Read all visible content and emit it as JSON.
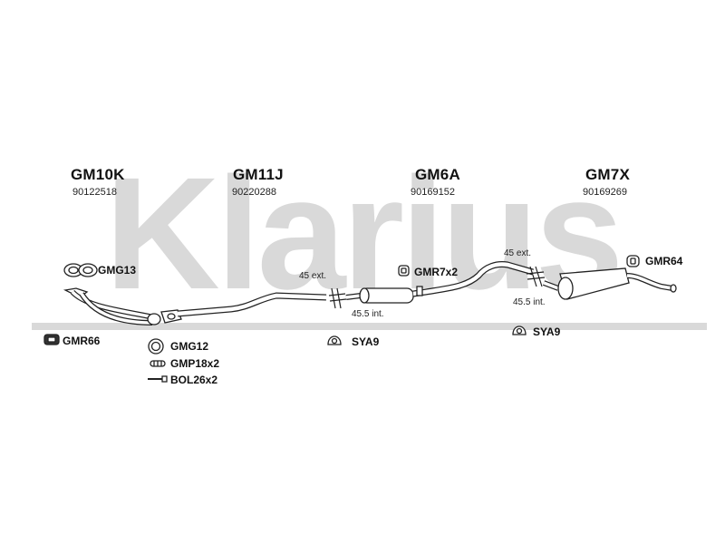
{
  "watermark": {
    "text": "Klarius",
    "color": "#d9d9d9"
  },
  "assemblies": [
    {
      "code": "GM10K",
      "number": "90122518"
    },
    {
      "code": "GM11J",
      "number": "90220288"
    },
    {
      "code": "GM6A",
      "number": "90169152"
    },
    {
      "code": "GM7X",
      "number": "90169269"
    }
  ],
  "parts": {
    "gmg13": "GMG13",
    "gmr66": "GMR66",
    "gmg12": "GMG12",
    "gmp18x2": "GMP18x2",
    "bol26x2": "BOL26x2",
    "sya9_a": "SYA9",
    "gmr7x2": "GMR7x2",
    "sya9_b": "SYA9",
    "gmr64": "GMR64"
  },
  "joints": {
    "j1_ext": "45 ext.",
    "j1_int": "45.5 int.",
    "j2_ext": "45 ext.",
    "j2_int": "45.5 int."
  },
  "colors": {
    "line": "#222222",
    "fill": "#ffffff",
    "watermark": "#d9d9d9"
  }
}
